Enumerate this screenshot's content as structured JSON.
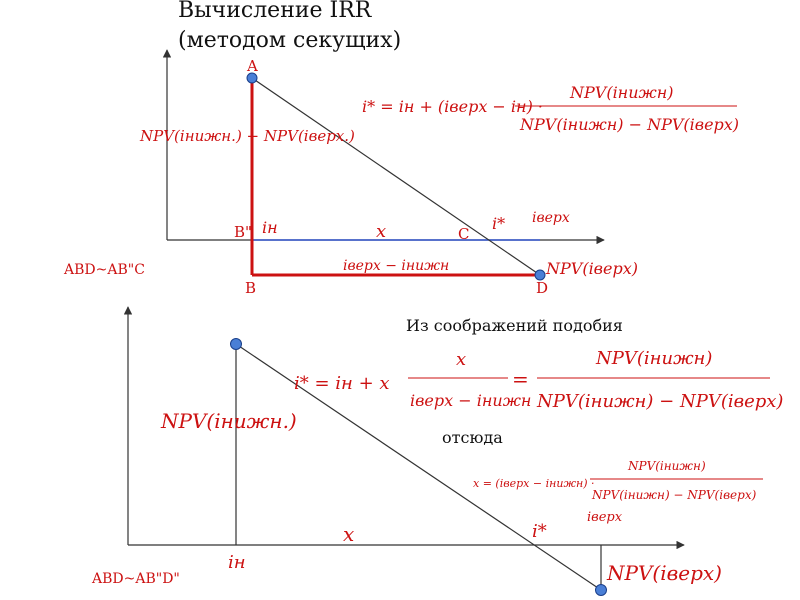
{
  "title": {
    "line1": "Вычисление IRR",
    "line2": "(методом секущих)"
  },
  "top_diagram": {
    "point_a": "A",
    "point_b_double_prime": "B\"",
    "point_b": "B",
    "point_c": "C",
    "point_d": "D",
    "similarity": "ABD~AB\"C",
    "vertical_segment": "NPV(iнижн.) − NPV(iверх.)",
    "i_n": "iн",
    "x": "x",
    "i_star": "i*",
    "i_upper": "iверх",
    "bottom_segment": "iверх − iнижн",
    "npv_upper": "NPV(iверх)",
    "formula": {
      "lhs": "i* = iн + (iверх − iн) ·",
      "numerator": "NPV(iнижн)",
      "denominator": "NPV(iнижн) − NPV(iверх)"
    }
  },
  "bottom_diagram": {
    "similarity": "ABD~AB\"D\"",
    "from_similarity": "Из соображений подобия",
    "formula_i": "i* = iн + x",
    "ratio": {
      "left_numerator": "x",
      "left_denominator": "iверх − iнижн",
      "equals": "=",
      "right_numerator": "NPV(iнижн)",
      "right_denominator": "NPV(iнижн) − NPV(iверх)"
    },
    "hence": "отсюда",
    "formula_x": {
      "lhs": "x = (iверх − iнижн) ·",
      "numerator": "NPV(iнижн)",
      "denominator": "NPV(iнижн) − NPV(iверх)",
      "trailing": "iверх"
    },
    "npv_lower": "NPV(iнижн.)",
    "x": "x",
    "i_n": "iн",
    "i_star": "i*",
    "npv_upper": "NPV(iверх)"
  },
  "colors": {
    "red": "#cc1111",
    "blue_line": "#3355cc",
    "dot_fill": "#4a7fd6",
    "dot_stroke": "#1a3f8a",
    "axis": "#333333"
  }
}
